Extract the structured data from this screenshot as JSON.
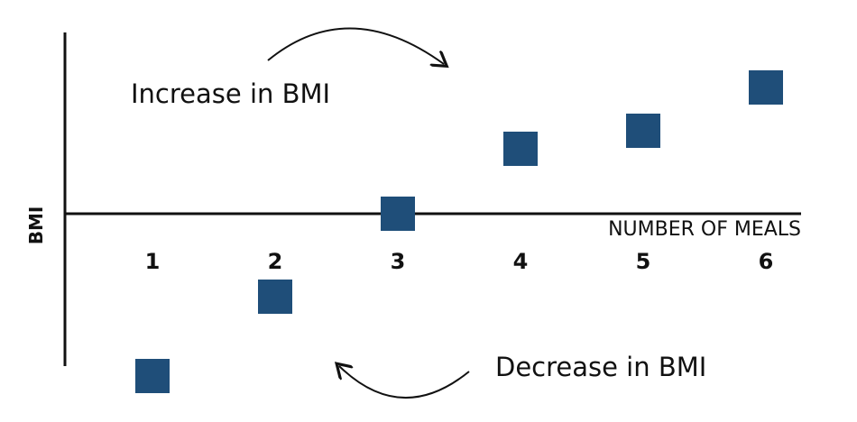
{
  "chart_data": {
    "type": "scatter",
    "xlabel": "NUMBER OF MEALS",
    "ylabel": "BMI",
    "x": [
      1,
      2,
      3,
      4,
      5,
      6
    ],
    "y": [
      -4.5,
      -2.3,
      0,
      1.8,
      2.3,
      3.5
    ],
    "x_tick_labels": [
      "1",
      "2",
      "3",
      "4",
      "5",
      "6"
    ],
    "ylim": [
      -5.0,
      5.0
    ],
    "grid": false,
    "legend": "none",
    "marker": "square",
    "marker_color": "#1f4e79",
    "annotations": {
      "increase": "Increase in BMI",
      "decrease": "Decrease in BMI"
    }
  }
}
